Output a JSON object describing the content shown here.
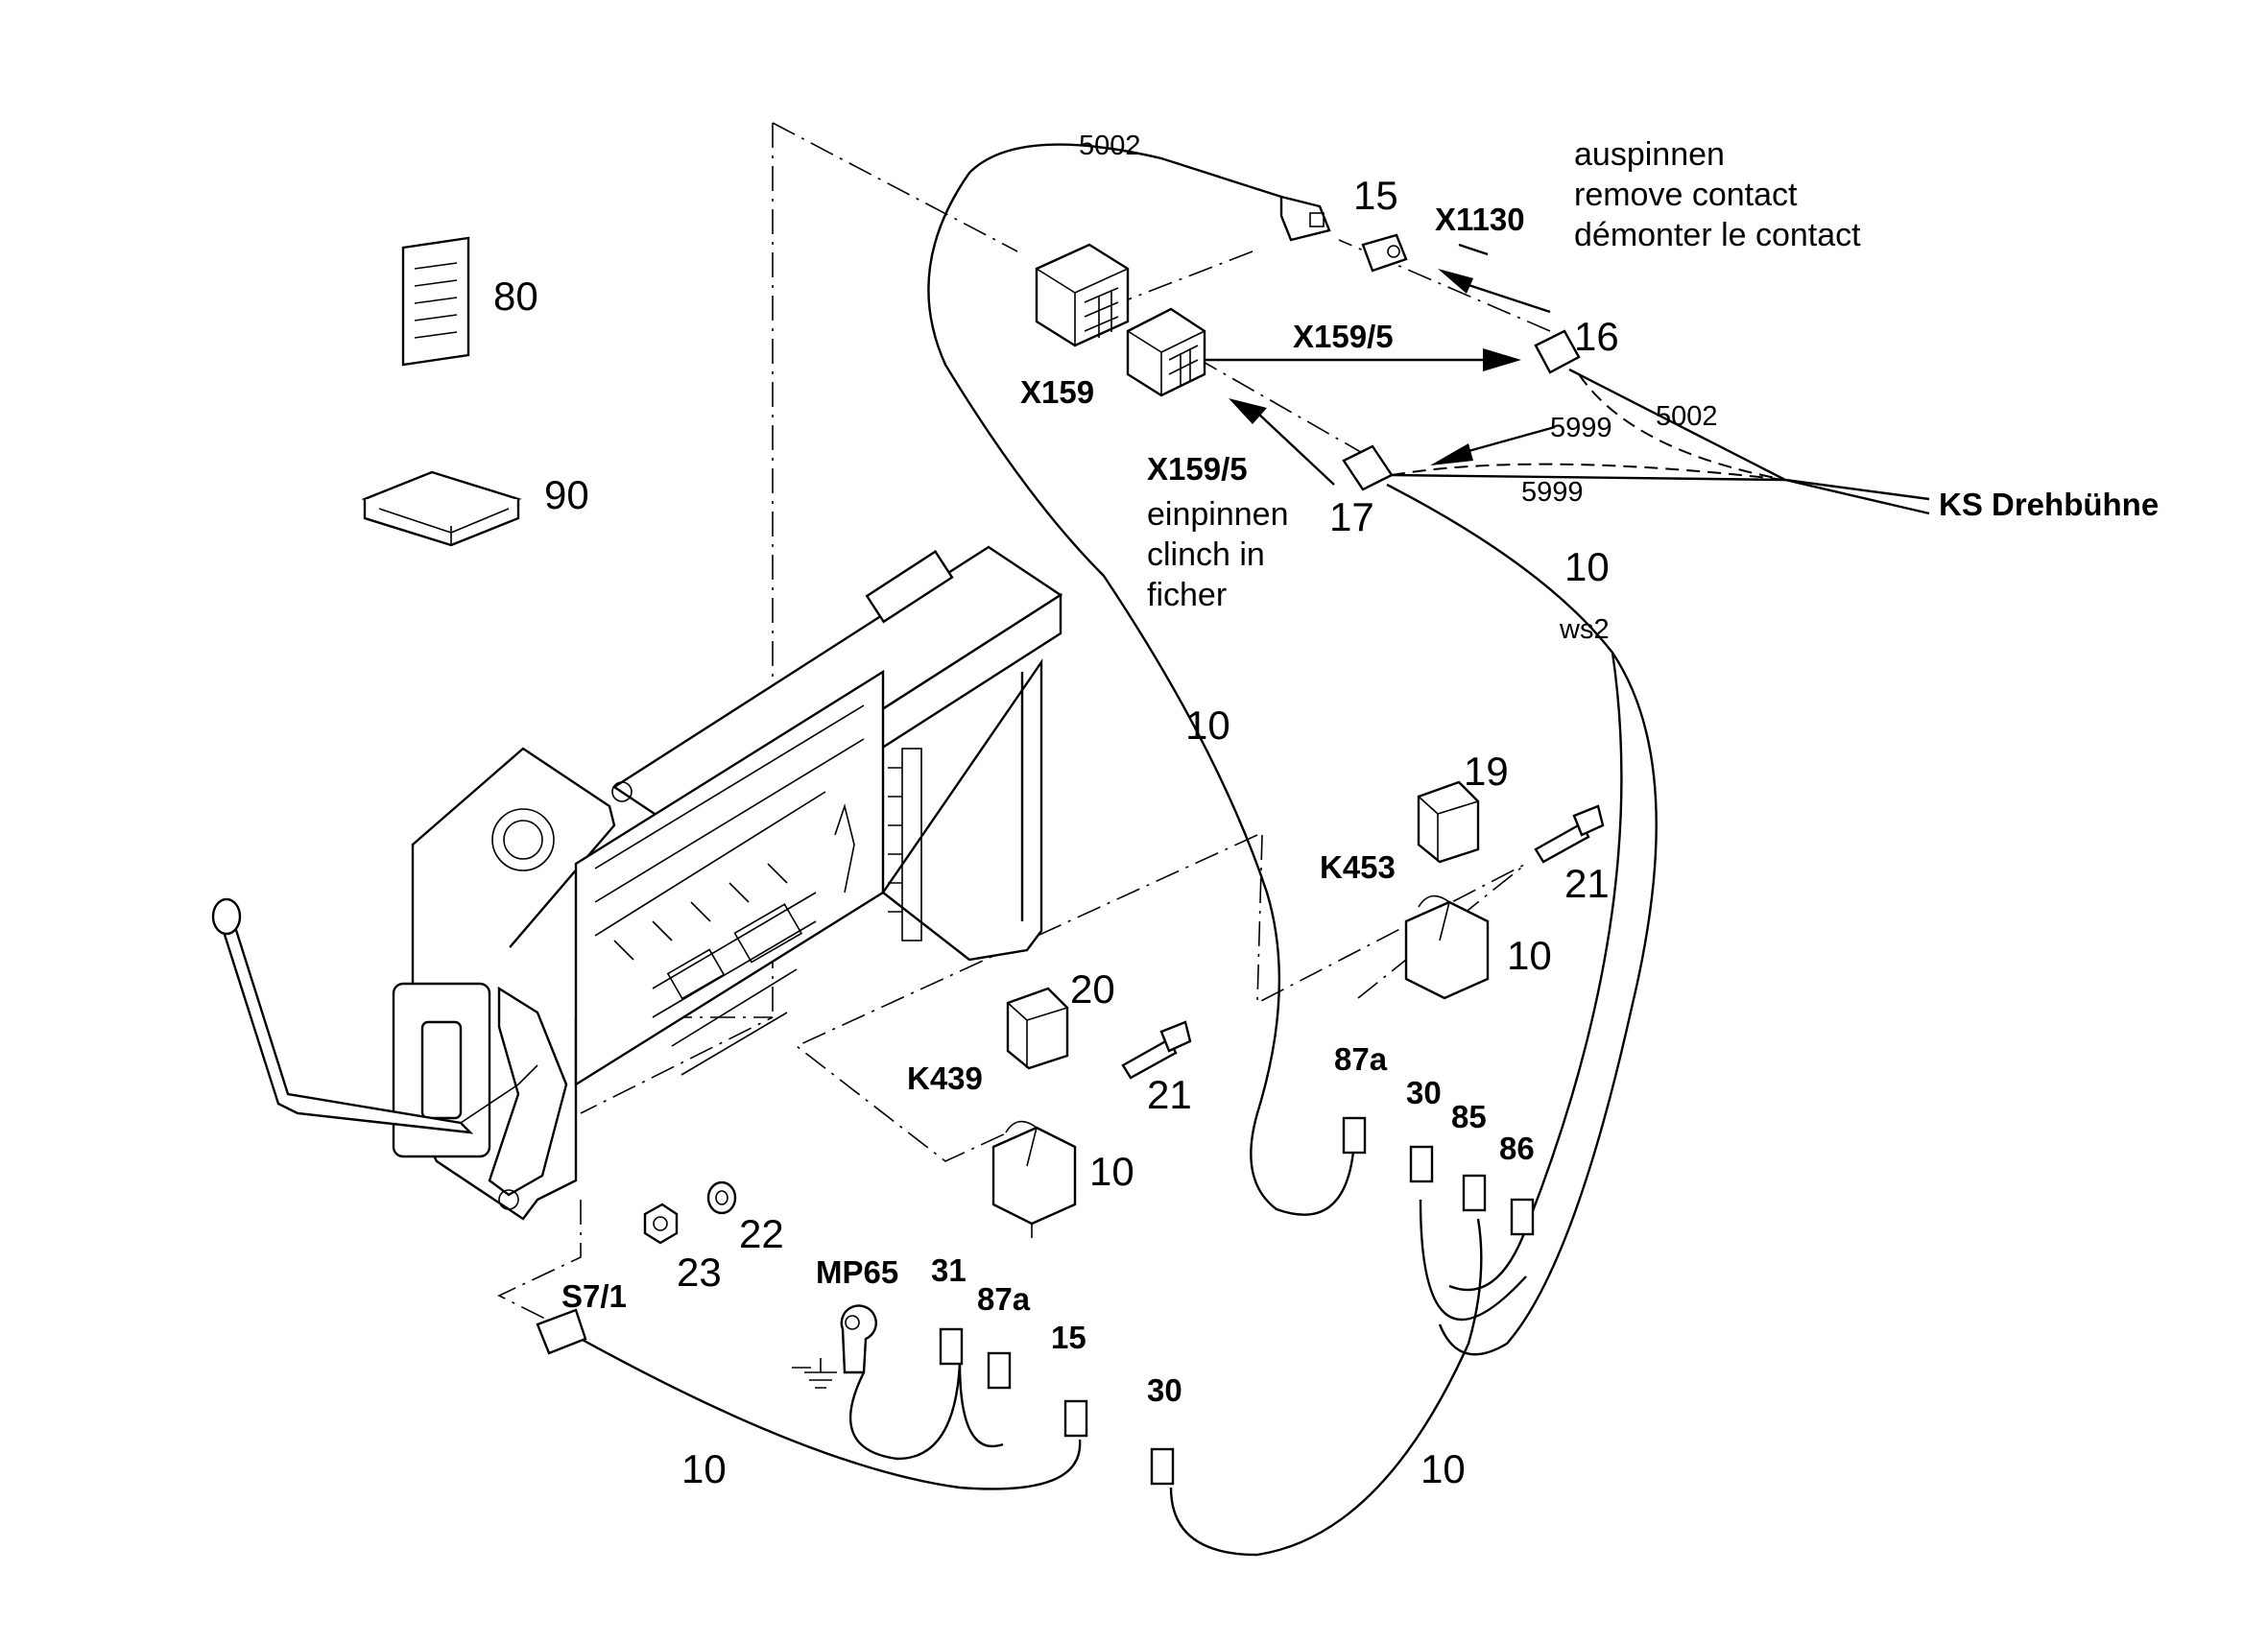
{
  "callouts": {
    "n80": "80",
    "n90": "90",
    "n15": "15",
    "n16": "16",
    "n17": "17",
    "n10_cable_top": "10",
    "n10_cable_left": "10",
    "n19": "19",
    "n21_top": "21",
    "n10_relay_k453": "10",
    "n20": "20",
    "n21_mid": "21",
    "n10_relay_k439": "10",
    "n22": "22",
    "n23": "23",
    "n10_bottom_left": "10",
    "n10_bottom_right": "10"
  },
  "designations": {
    "x1130": "X1130",
    "x159": "X159",
    "x159_5_upper": "X159/5",
    "x159_5_lower": "X159/5",
    "k453": "K453",
    "k439": "K439",
    "mp65": "MP65",
    "s7_1": "S7/1",
    "ks_drehbuehne": "KS Drehbühne"
  },
  "terminals": {
    "t87a_k453": "87a",
    "t30_k453": "30",
    "t85_k453": "85",
    "t86_k453": "86",
    "t31_k439": "31",
    "t87a_k439": "87a",
    "t15_k439": "15",
    "t30_k439": "30"
  },
  "wire_labels": {
    "w5002_top": "5002",
    "w5002_right": "5002",
    "w5999_upper": "5999",
    "w5999_lower": "5999",
    "ws2": "ws2"
  },
  "notes": {
    "remove": [
      "auspinnen",
      "remove contact",
      "démonter le contact"
    ],
    "insert": [
      "einpinnen",
      "clinch in",
      "ficher"
    ]
  }
}
